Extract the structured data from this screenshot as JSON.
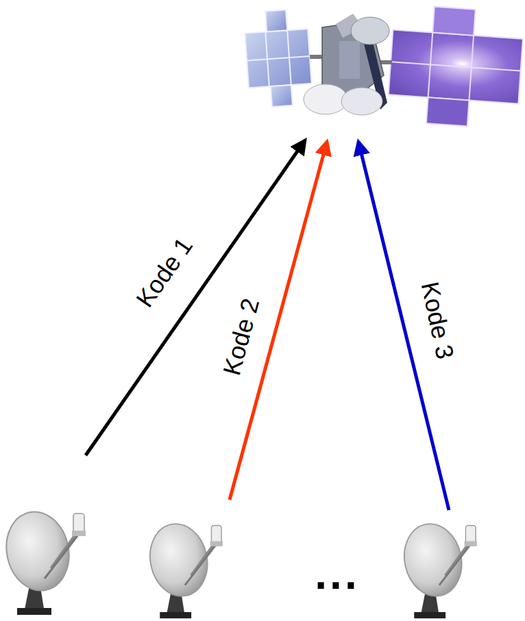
{
  "diagram": {
    "labels": [
      "Kode 1",
      "Kode 2",
      "Kode 3",
      "..."
    ]
  }
}
